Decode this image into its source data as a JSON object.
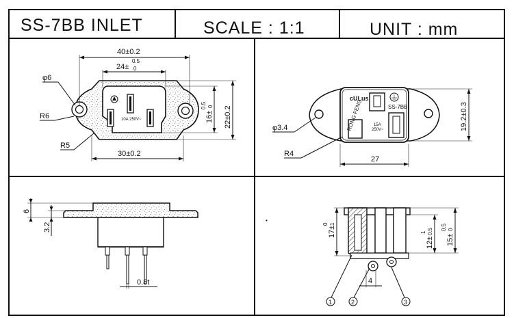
{
  "title_block": {
    "part_name": "SS-7BB INLET",
    "scale_label": "SCALE : 1:1",
    "unit_label": "UNIT : mm"
  },
  "front_view": {
    "width_overall": "40±0.2",
    "opening_width_base": "24±",
    "opening_width_tol_upper": "0.5",
    "opening_width_tol_lower": "0",
    "hole_diameter": "φ6",
    "corner_radius_outer": "R6",
    "corner_radius_inner": "R5",
    "bottom_width": "30±0.2",
    "opening_height_base": "16±",
    "opening_height_tol_upper": "0.5",
    "opening_height_tol_lower": "0",
    "overall_height": "22±0.2",
    "rating_label": "10A 250V~"
  },
  "rear_view": {
    "hole_diameter": "φ3.4",
    "corner_radius": "R4",
    "overall_height": "19.2±0.3",
    "body_width": "27",
    "model_label": "SS-7BB",
    "brand_label": "RONG FENG",
    "rating_label_a": "15A",
    "rating_label_b": "250V~"
  },
  "side_view": {
    "flange_thickness": "6",
    "offset": "3.2",
    "terminal_thickness": "0.8t"
  },
  "section_view": {
    "depth_base": "17±",
    "depth_tol_upper": "0",
    "depth_tol_lower": "1",
    "height_a_base": "12±",
    "height_a_tol_upper": "1",
    "height_a_tol_lower": "0.5",
    "height_b_base": "15±",
    "height_b_tol_upper": "0.5",
    "height_b_tol_lower": "0",
    "pin_spacing": "4",
    "callout_1": "1",
    "callout_2": "2",
    "callout_3": "3"
  }
}
